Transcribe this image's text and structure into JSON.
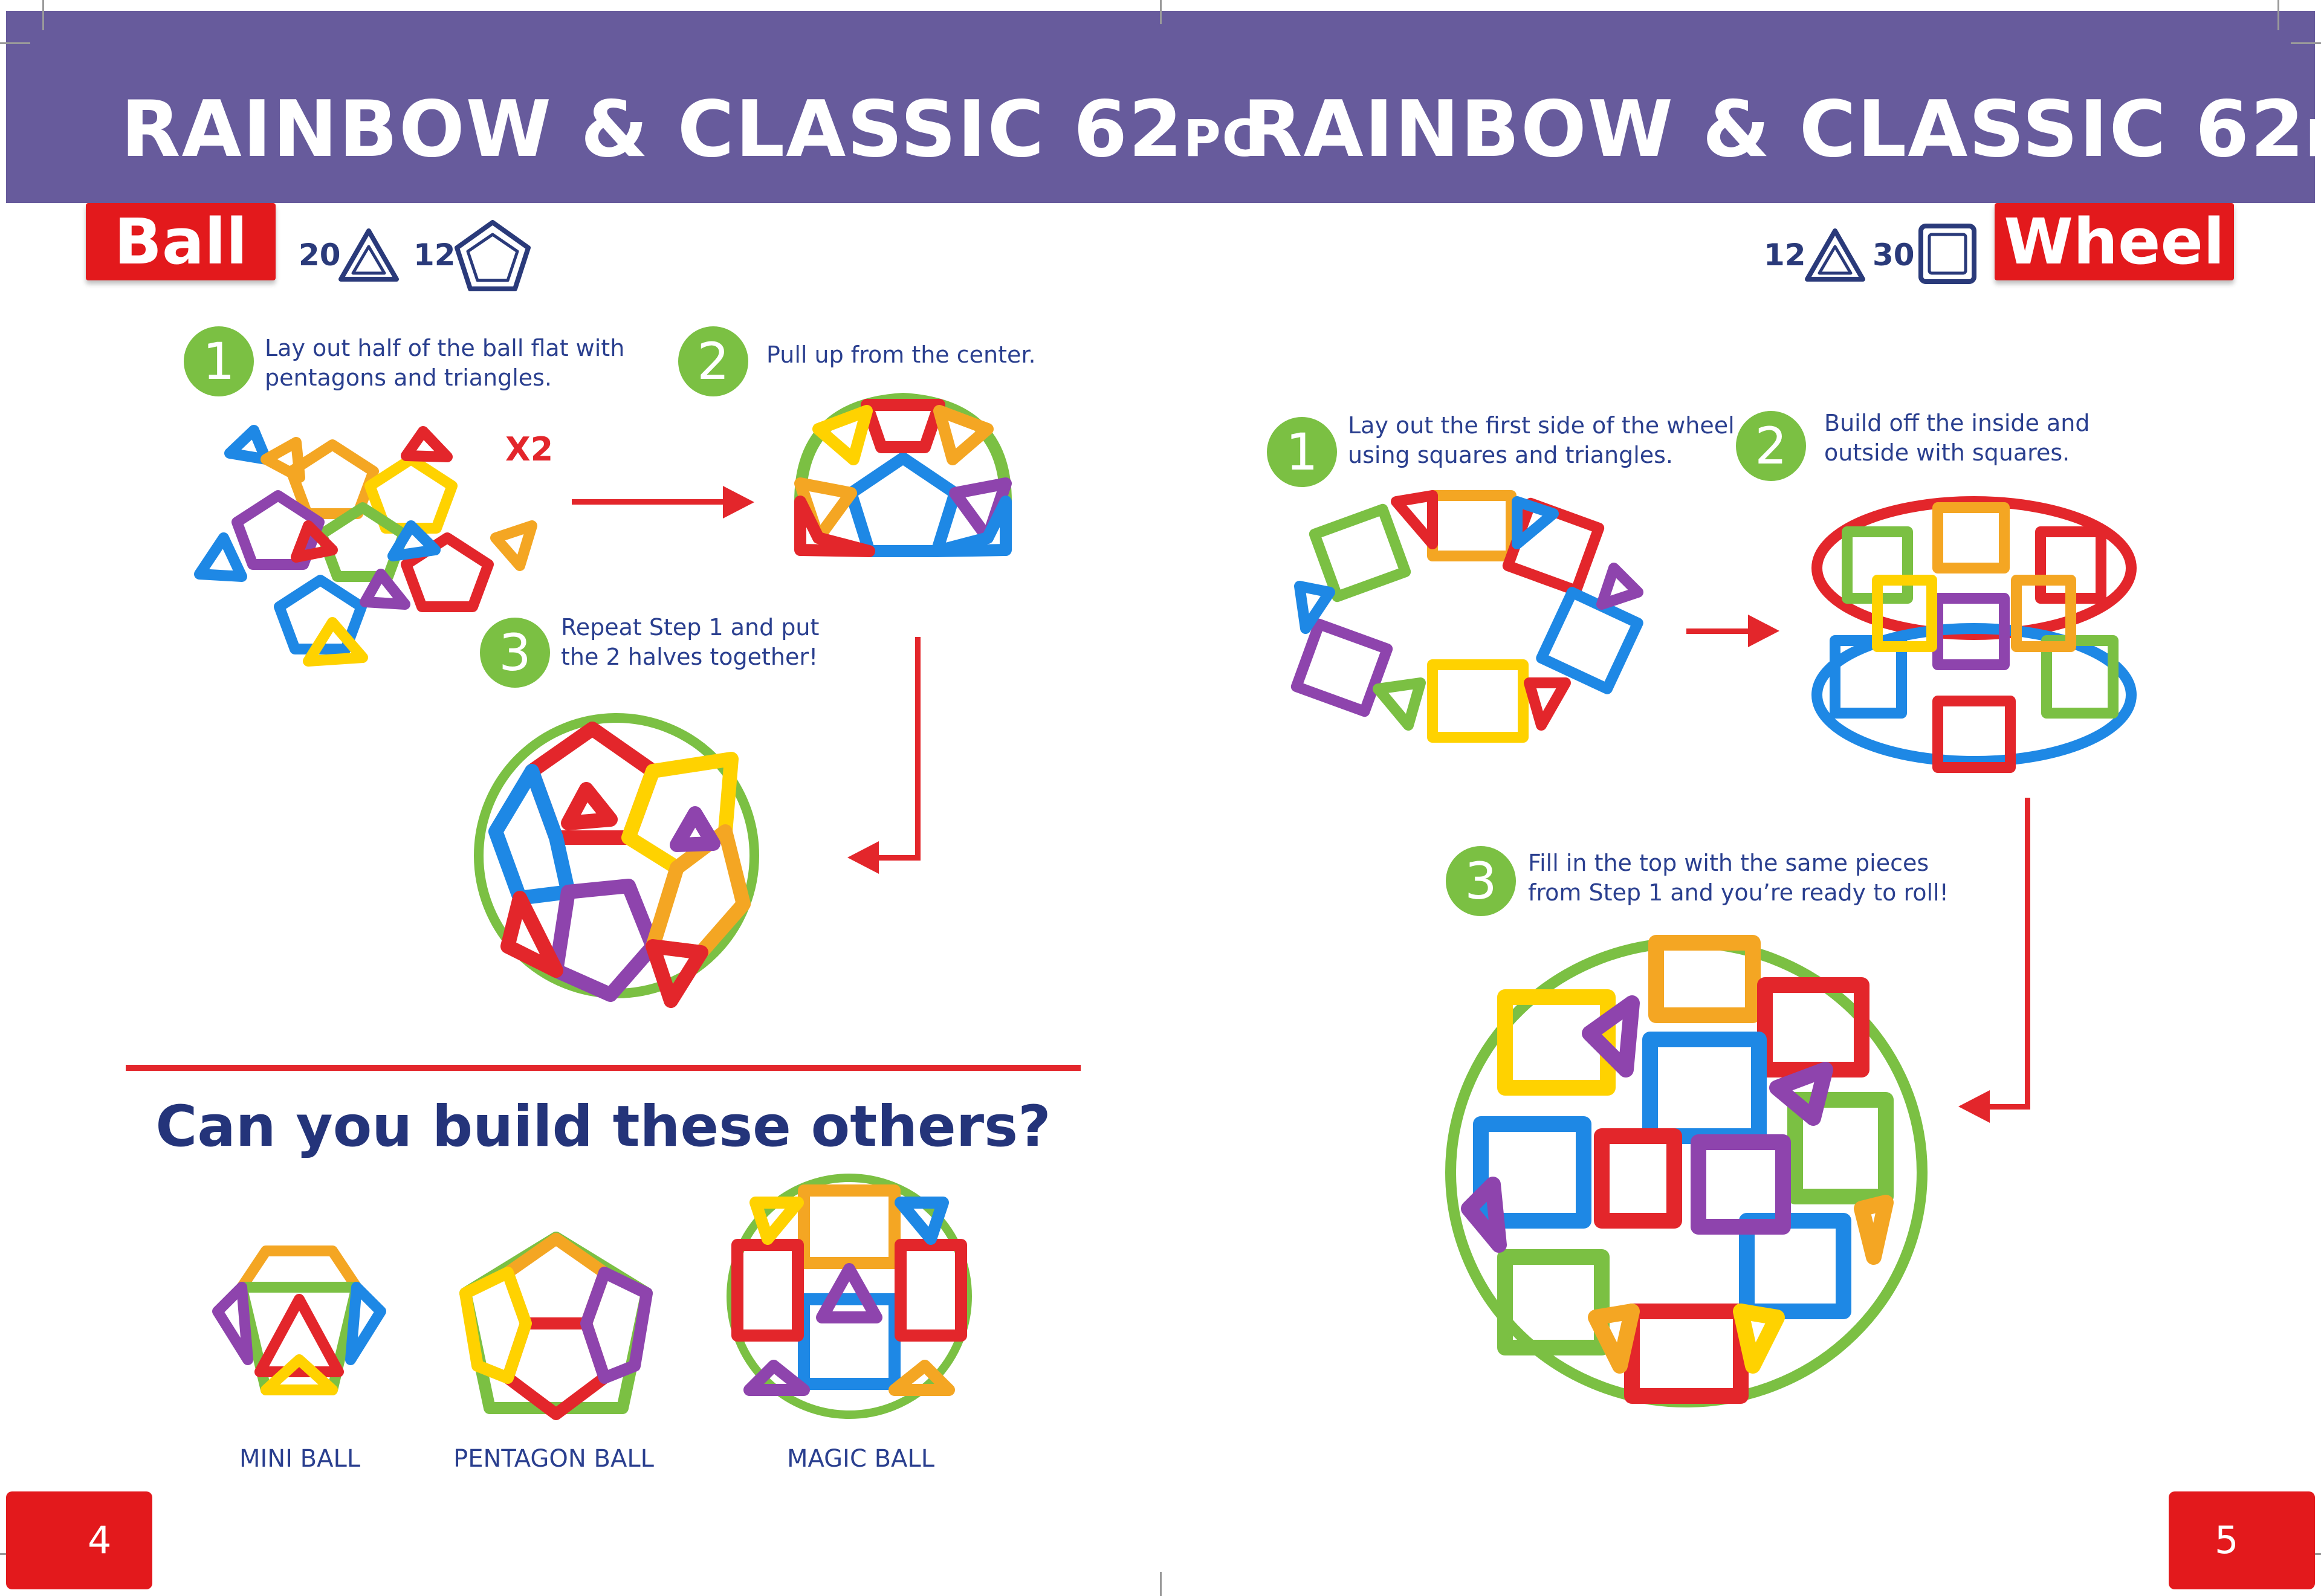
{
  "header": {
    "left_title": "RAINBOW & CLASSIC 62",
    "left_suffix": "PC",
    "right_title": "RAINBOW & CLASSIC 62",
    "right_suffix": "PC"
  },
  "left_page": {
    "tab_label": "Ball",
    "triangle_count": "20",
    "pentagon_count": "12",
    "steps": [
      {
        "number": "1",
        "line1": "Lay out half of the ball flat with",
        "line2": "pentagons and triangles."
      },
      {
        "number": "2",
        "line1": "Pull up from the center.",
        "line2": ""
      },
      {
        "number": "3",
        "line1": "Repeat Step 1 and put",
        "line2": "the 2 halves together!"
      }
    ],
    "multiplier": "X2",
    "question": "Can you build these others?",
    "models": [
      {
        "label": "MINI BALL"
      },
      {
        "label": "PENTAGON BALL"
      },
      {
        "label": "MAGIC BALL"
      }
    ],
    "page_number": "4"
  },
  "right_page": {
    "tab_label": "Wheel",
    "triangle_count": "12",
    "square_count": "30",
    "steps": [
      {
        "number": "1",
        "line1": "Lay out the first side of the wheel",
        "line2": "using squares and triangles."
      },
      {
        "number": "2",
        "line1": "Build off the inside and",
        "line2": "outside with squares."
      },
      {
        "number": "3",
        "line1": "Fill in the top with the same pieces",
        "line2": "from Step 1 and you’re ready to roll!"
      }
    ],
    "page_number": "5"
  },
  "colors": {
    "header": "#675b9c",
    "tab_red": "#e3191c",
    "step_green": "#7bc043",
    "text_blue": "#2a3f8f",
    "arrow_red": "#e3262b"
  }
}
